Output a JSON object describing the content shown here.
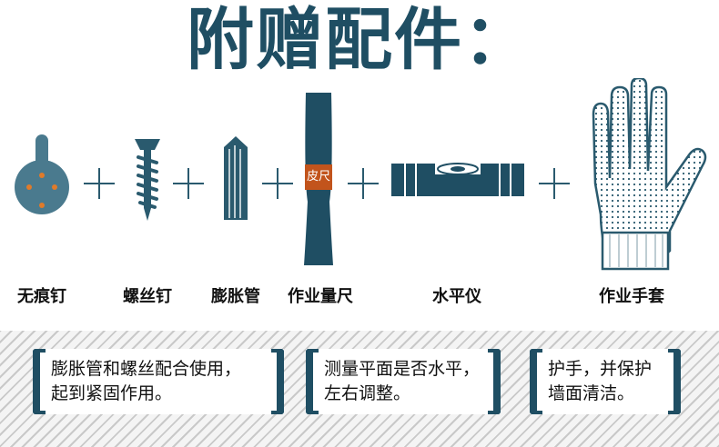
{
  "title": "附赠配件：",
  "items": [
    {
      "label": "无痕钉",
      "icon": "hook-nail-icon"
    },
    {
      "label": "螺丝钉",
      "icon": "screw-icon"
    },
    {
      "label": "膨胀管",
      "icon": "anchor-plug-icon"
    },
    {
      "label": "作业量尺",
      "icon": "measuring-ruler-icon",
      "tag": "皮尺"
    },
    {
      "label": "水平仪",
      "icon": "spirit-level-icon"
    },
    {
      "label": "作业手套",
      "icon": "work-glove-icon"
    }
  ],
  "notes": [
    {
      "line1": "膨胀管和螺丝配合使用，",
      "line2": "起到紧固作用。"
    },
    {
      "line1": "测量平面是否水平，",
      "line2": "左右调整。"
    },
    {
      "line1": "护手，并保护",
      "line2": "墙面清洁。"
    }
  ],
  "colors": {
    "primary": "#1f4e63",
    "icon": "#2a5a6e",
    "accent": "#c2541c",
    "hook_fill": "#4a7a8e",
    "hook_dot": "#e07b2a"
  }
}
